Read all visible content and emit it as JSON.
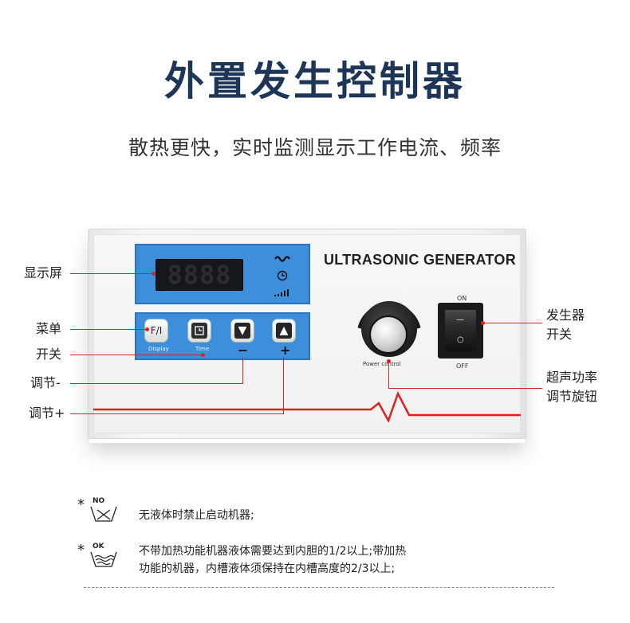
{
  "heading": {
    "title": "外置发生控制器",
    "subtitle": "散热更快，实时监测显示工作电流、频率"
  },
  "panel": {
    "display_value": "8888",
    "brand": "ULTRASONIC GENERATOR",
    "keys": [
      {
        "label": "F/I",
        "sublabel": "Display"
      },
      {
        "label": "",
        "sublabel": "Time"
      },
      {
        "label": "▼",
        "sublabel": ""
      },
      {
        "label": "▲",
        "sublabel": ""
      }
    ],
    "minus_mark": "−",
    "plus_mark": "+",
    "knob_label": "Power control",
    "switch_on": "ON",
    "switch_off": "OFF",
    "switch_on_mark": "—",
    "switch_off_mark": "○",
    "accent_color": "#3d8fdc",
    "line_color": "#e02020"
  },
  "callouts": {
    "display": "显示屏",
    "menu": "菜单",
    "power_key": "开关",
    "adjust_minus": "调节-",
    "adjust_plus": "调节+",
    "generator_switch": [
      "发生器",
      "开关"
    ],
    "power_knob": [
      "超声功率",
      "调节旋钮"
    ]
  },
  "notes": [
    {
      "mark": "*",
      "icon_label": "NO",
      "text": "无液体时禁止启动机器;"
    },
    {
      "mark": "*",
      "icon_label": "OK",
      "text_lines": [
        "不带加热功能机器液体需要达到内胆的1/2以上;带加热",
        "功能的机器，内槽液体须保持在内槽高度的2/3以上;"
      ]
    }
  ]
}
